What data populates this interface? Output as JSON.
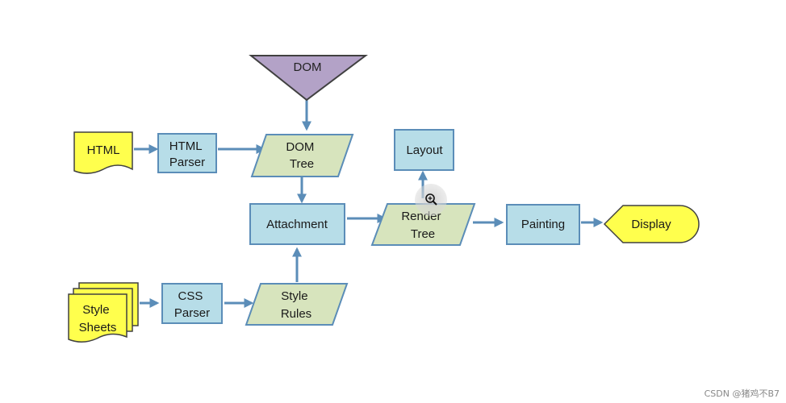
{
  "diagram": {
    "nodes": {
      "dom": "DOM",
      "html": "HTML",
      "html_parser": [
        "HTML",
        "Parser"
      ],
      "dom_tree": [
        "DOM",
        "Tree"
      ],
      "layout": "Layout",
      "attachment": "Attachment",
      "render_tree": [
        "Render",
        "Tree"
      ],
      "painting": "Painting",
      "display": "Display",
      "style_sheets": [
        "Style",
        "Sheets"
      ],
      "css_parser": [
        "CSS",
        "Parser"
      ],
      "style_rules": [
        "Style",
        "Rules"
      ]
    },
    "colors": {
      "process_fill": "#b7dde8",
      "process_stroke": "#5b8db8",
      "data_fill": "#d7e4bd",
      "yellow_fill": "#ffff4d",
      "triangle_fill": "#b3a2c7",
      "arrow": "#5b8db8"
    },
    "cursor_icon": "magnifier-icon"
  },
  "watermark": "CSDN @猪鸡不B7"
}
